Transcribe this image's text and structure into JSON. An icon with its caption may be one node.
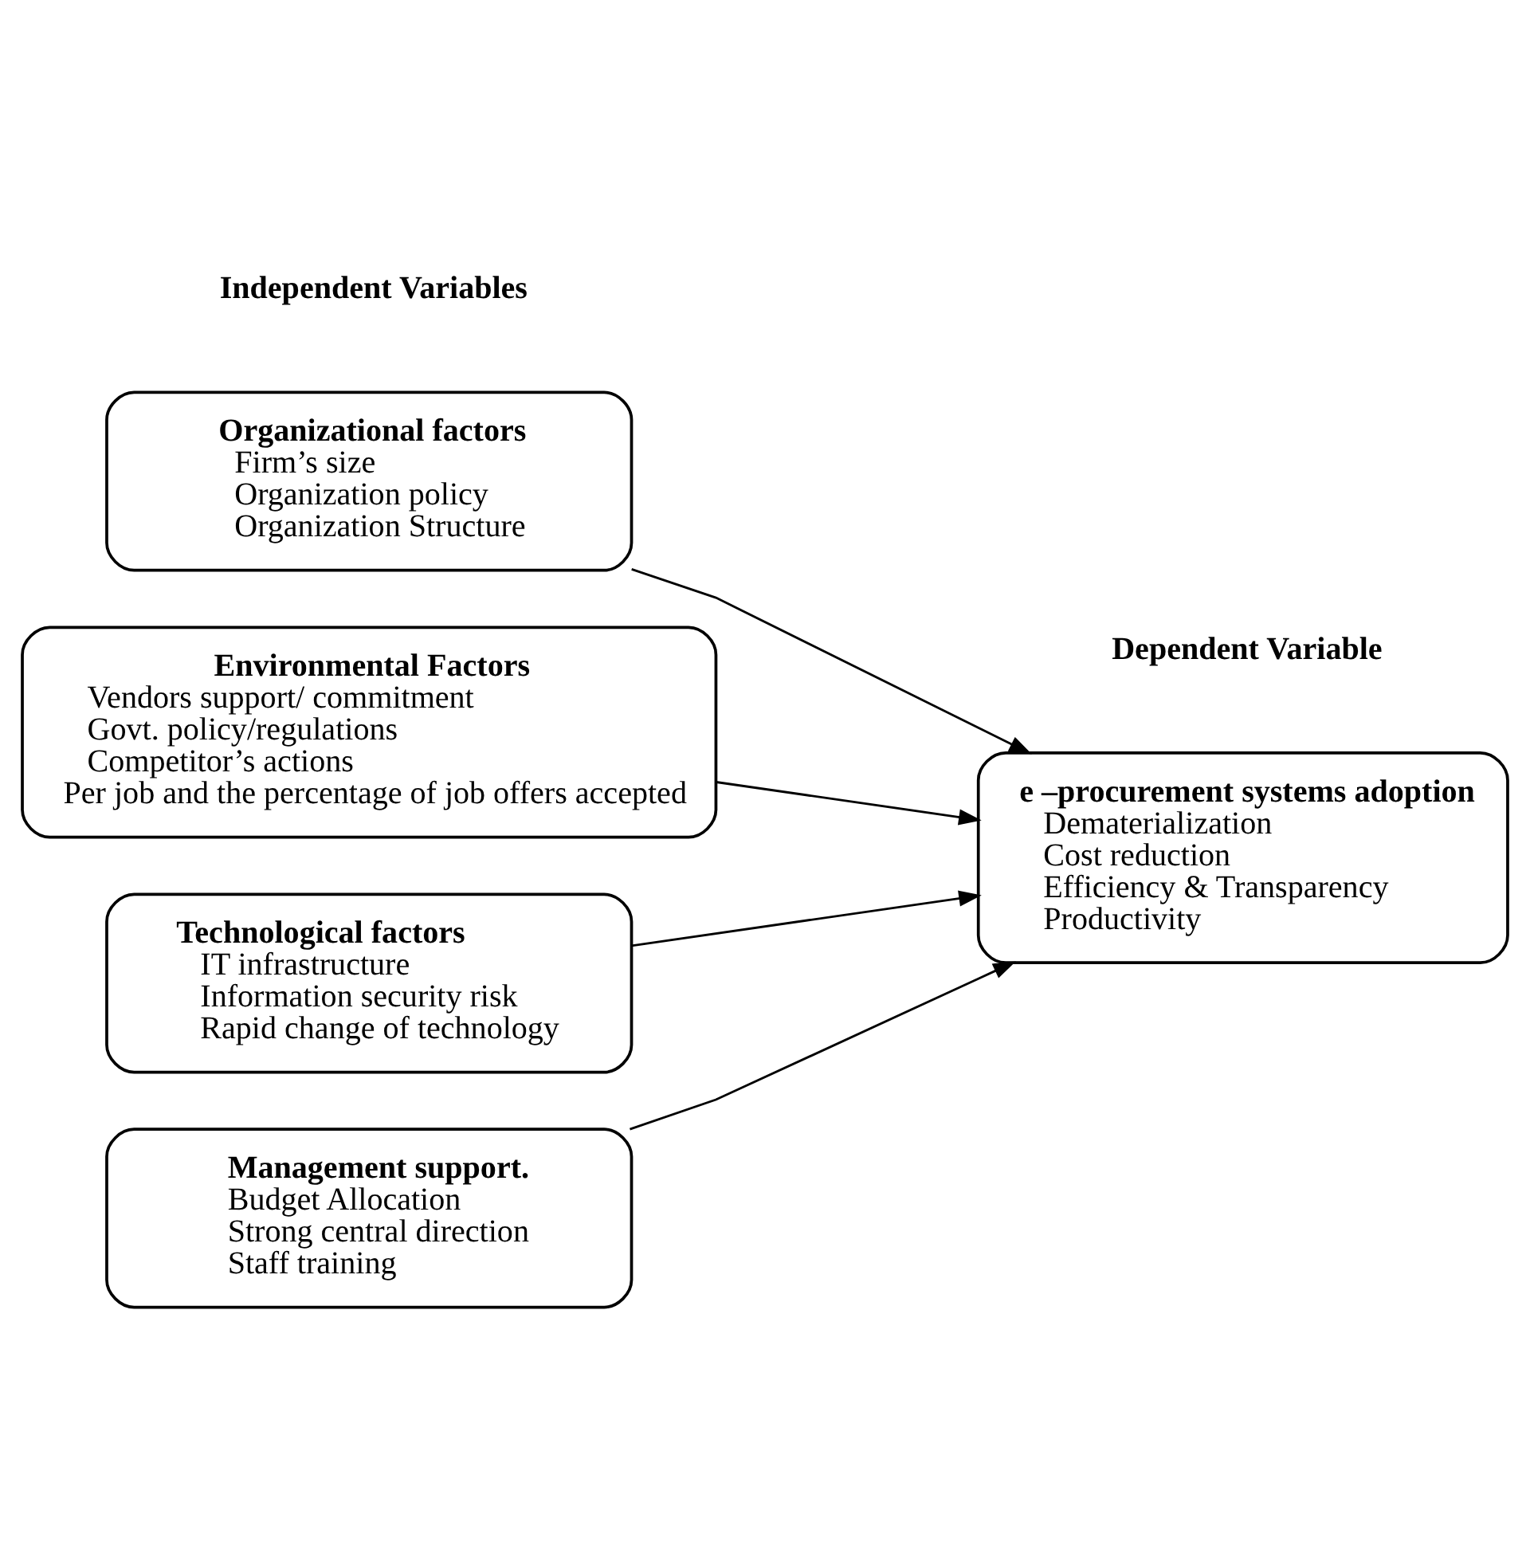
{
  "diagram": {
    "nodes": [
      {
        "text": [
          "Organizational factors",
          "Firm’s size",
          "Organization policy",
          "Organization Structure"
        ]
      },
      {
        "text": [
          "Environmental Factors",
          "Vendors support/ commitment",
          "Govt. policy/regulations",
          "Competitor’s actions",
          "Per job and the percentage of job offers accepted"
        ]
      },
      {
        "text": [
          "Technological factors",
          "IT infrastructure",
          "Information security risk",
          "Rapid change of technology"
        ]
      },
      {
        "text": [
          "Management support.",
          "Budget Allocation",
          "Strong central direction",
          "Staff training"
        ]
      },
      {
        "text": [
          "e –procurement systems adoption",
          "Dematerialization",
          "Cost reduction",
          "Efficiency & Transparency",
          "Productivity"
        ]
      }
    ],
    "edges": [
      {
        "from": 0,
        "to": 4,
        "arrow": "to"
      },
      {
        "from": 1,
        "to": 4,
        "arrow": "to"
      },
      {
        "from": 2,
        "to": 4,
        "arrow": "to"
      },
      {
        "from": 3,
        "to": 4,
        "arrow": "to"
      }
    ],
    "labels": [
      "Independent Variables",
      "Dependent Variable"
    ]
  }
}
